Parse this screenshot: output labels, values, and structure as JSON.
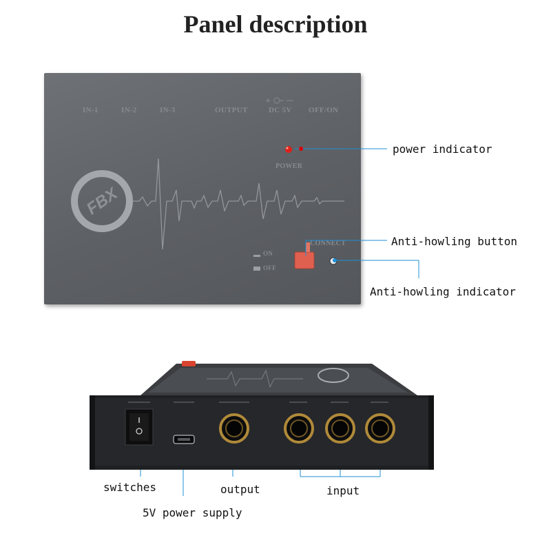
{
  "title": "Panel description",
  "top_panel": {
    "port_labels": [
      "IN-1",
      "IN-2",
      "IN-3",
      "OUTPUT",
      "DC 5V",
      "OFF/ON"
    ],
    "power_label": "POWER",
    "brand": "FBX",
    "switch_labels": {
      "on": "ON",
      "off": "OFF"
    },
    "connect_label": "CONNECT"
  },
  "annotations": {
    "power_indicator": "power indicator",
    "anti_howling_button": "Anti-howling button",
    "anti_howling_indicator": "Anti-howling indicator",
    "switches": "switches",
    "power_supply": "5V power supply",
    "output": "output",
    "input": "input"
  },
  "colors": {
    "leader_line": "#1e8fd6",
    "panel": "#606367",
    "power_led": "#e0201a",
    "button": "#e06050"
  }
}
